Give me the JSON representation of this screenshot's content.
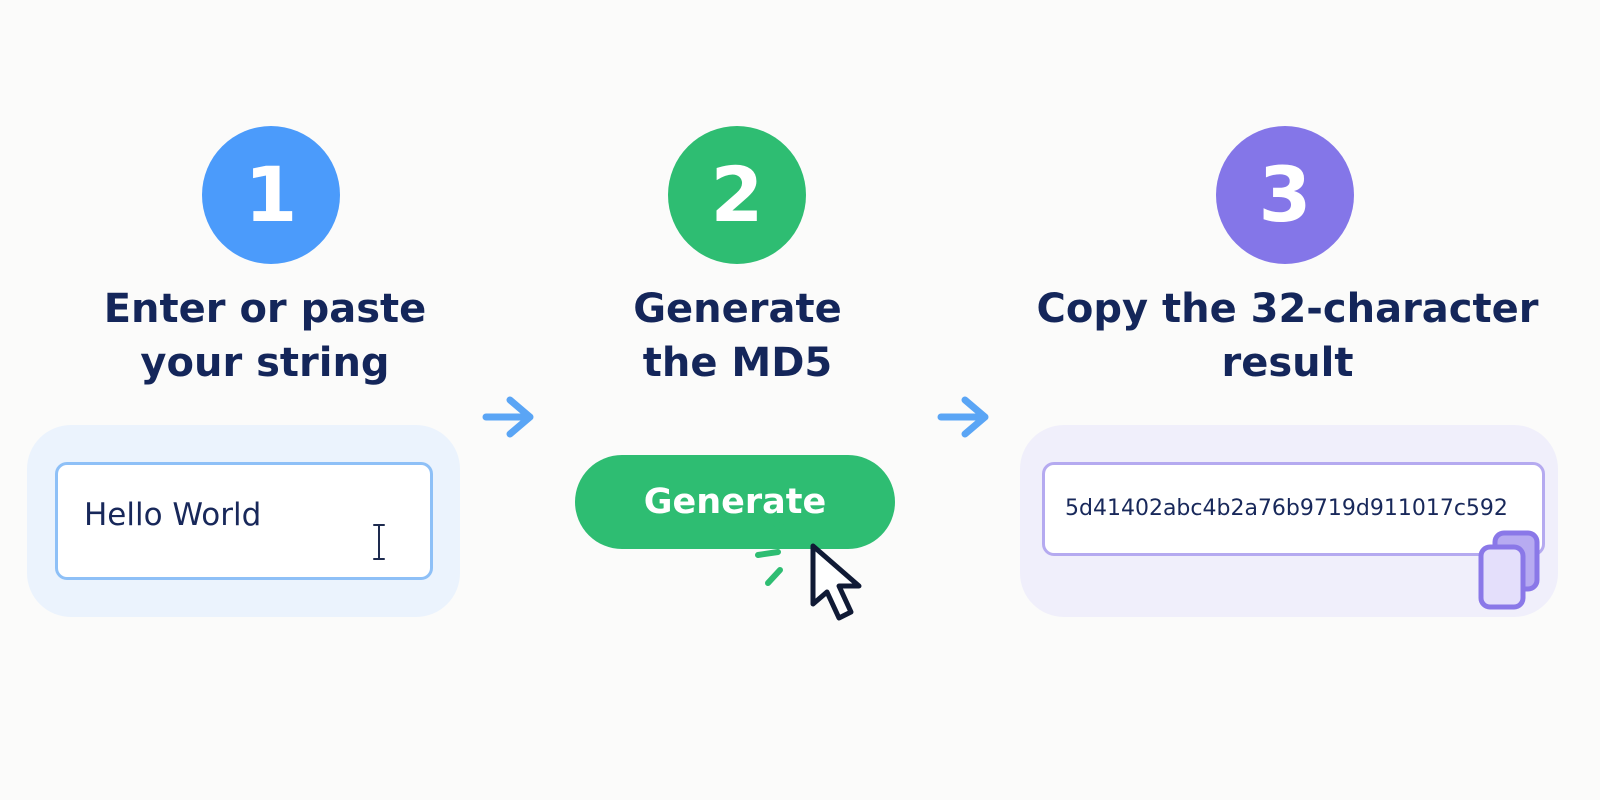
{
  "steps": [
    {
      "number": "1",
      "heading_line1": "Enter or paste",
      "heading_line2": "your string",
      "input_value": "Hello World",
      "color": "#4b9bfb"
    },
    {
      "number": "2",
      "heading_line1": "Generate",
      "heading_line2": "the MD5",
      "button_label": "Generate",
      "color": "#2ebd72"
    },
    {
      "number": "3",
      "heading_line1": "Copy the 32-character",
      "heading_line2": "result",
      "result_value": "5d41402abc4b2a76b9719d911017c592",
      "color": "#8476e8"
    }
  ],
  "icons": {
    "text_cursor": "text-cursor-icon",
    "mouse_pointer": "mouse-pointer-icon",
    "copy": "copy-icon",
    "arrow": "arrow-right-icon"
  },
  "colors": {
    "heading": "#14265a",
    "arrow": "#5aa5f5",
    "input_border": "#8ec0f7",
    "result_border": "#b5aaf0"
  }
}
